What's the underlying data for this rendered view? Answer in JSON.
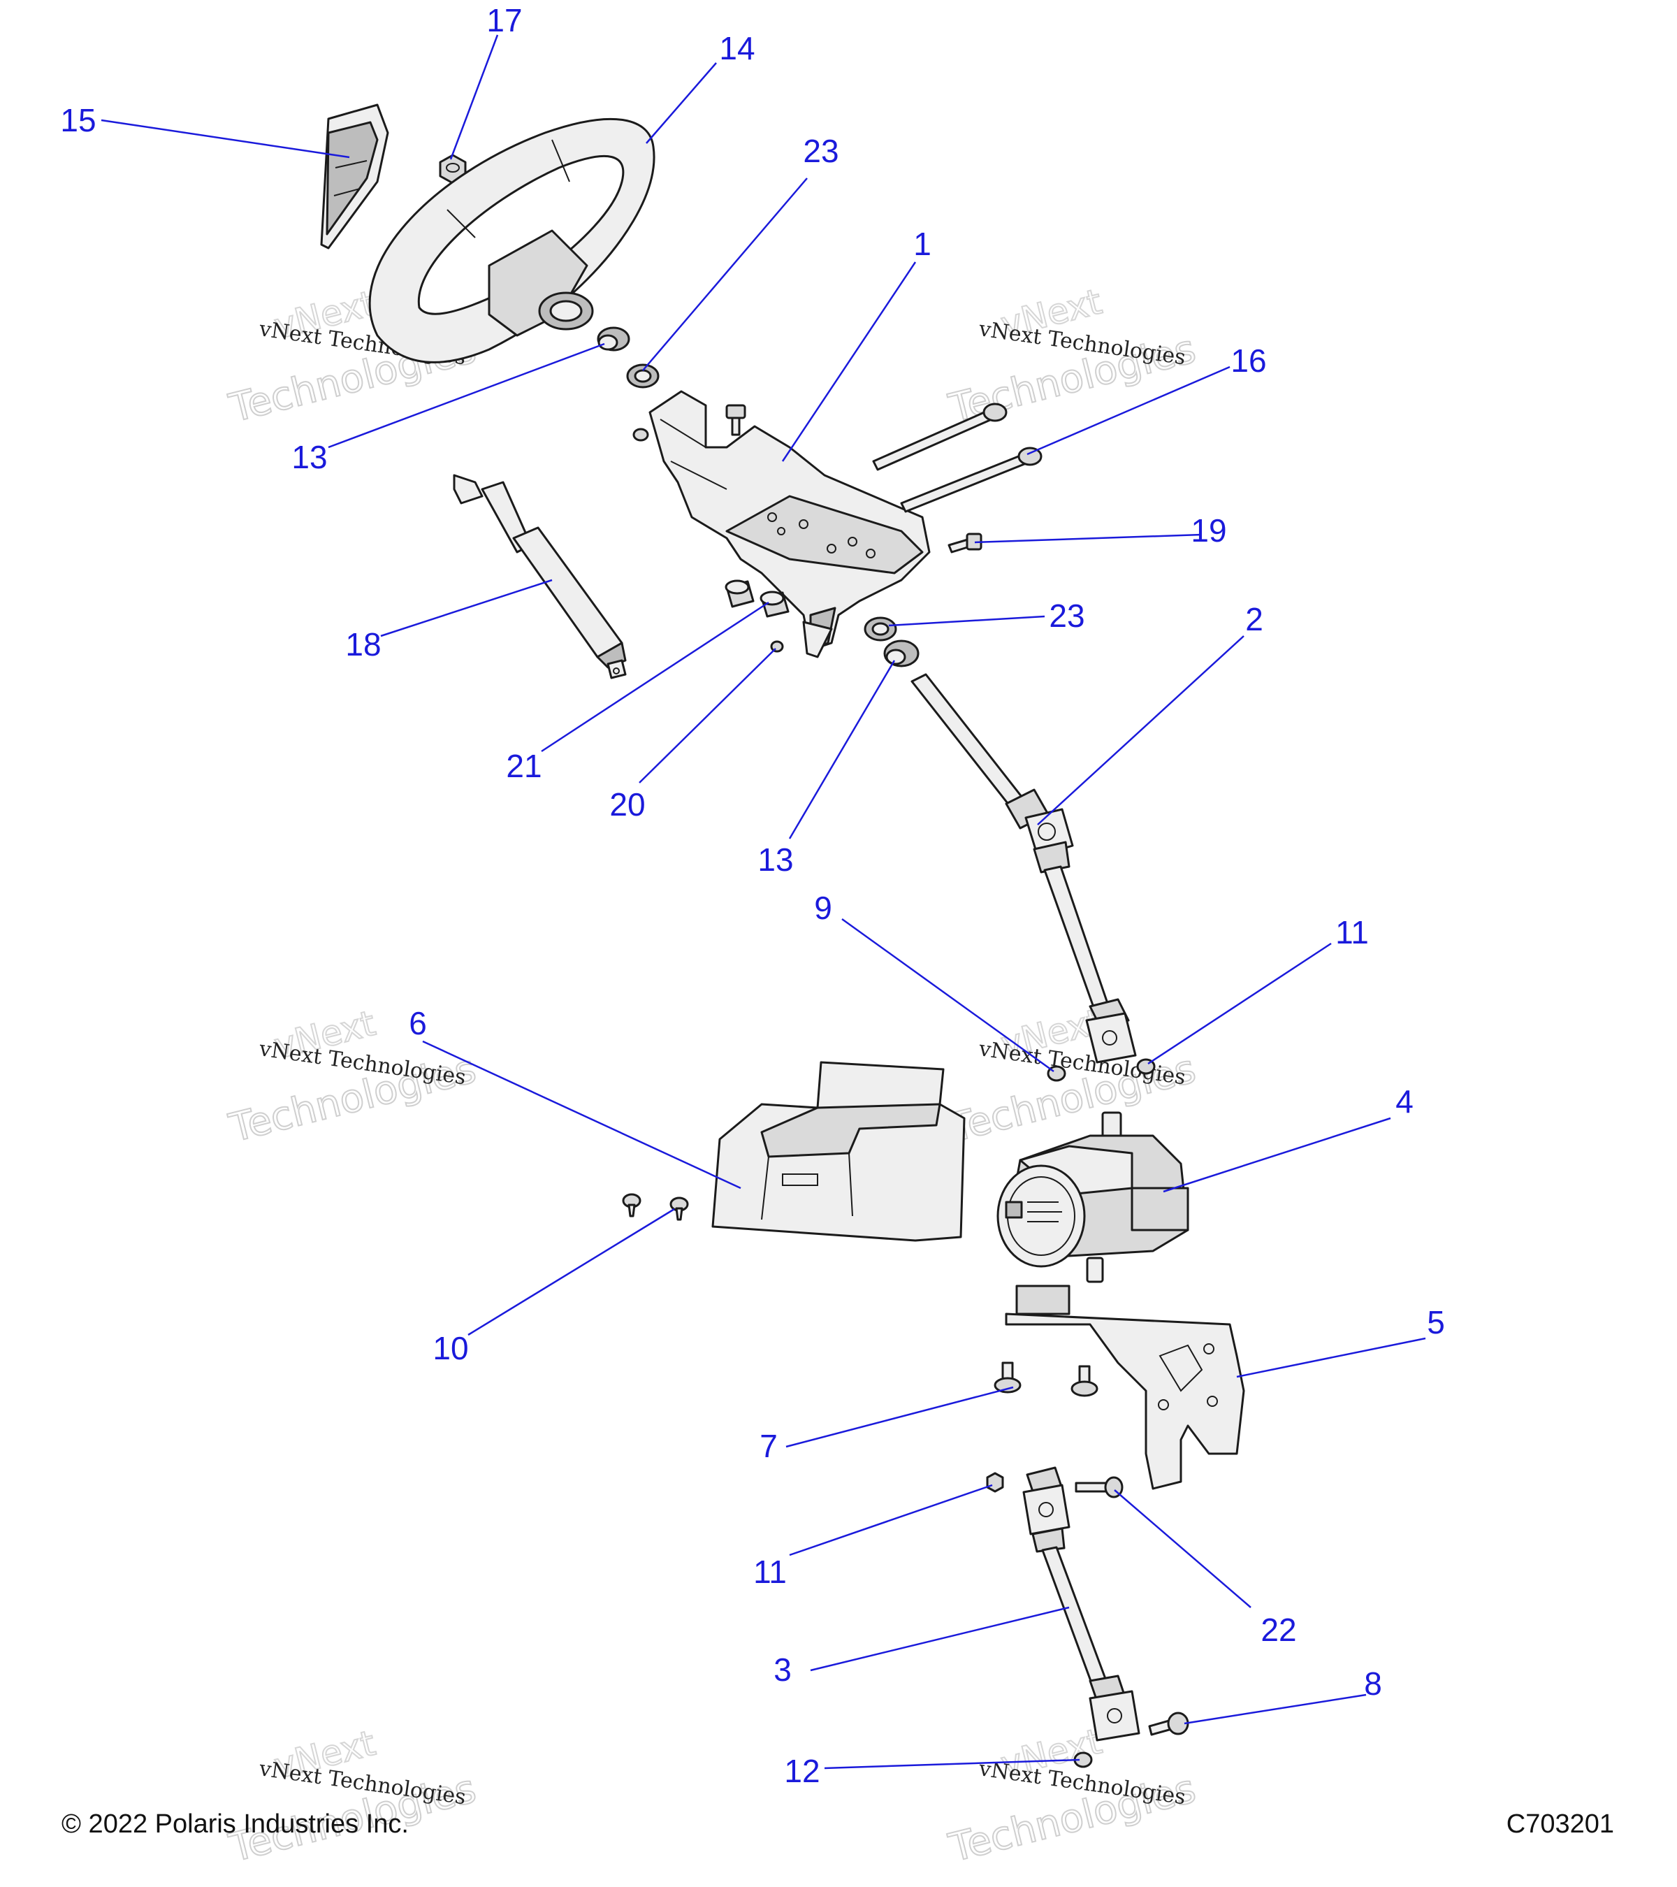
{
  "callouts": [
    {
      "label": "1"
    },
    {
      "label": "2"
    },
    {
      "label": "3"
    },
    {
      "label": "4"
    },
    {
      "label": "5"
    },
    {
      "label": "6"
    },
    {
      "label": "7"
    },
    {
      "label": "8"
    },
    {
      "label": "9"
    },
    {
      "label": "10"
    },
    {
      "label": "11"
    },
    {
      "label": "11"
    },
    {
      "label": "12"
    },
    {
      "label": "13"
    },
    {
      "label": "13"
    },
    {
      "label": "14"
    },
    {
      "label": "15"
    },
    {
      "label": "16"
    },
    {
      "label": "17"
    },
    {
      "label": "18"
    },
    {
      "label": "19"
    },
    {
      "label": "20"
    },
    {
      "label": "21"
    },
    {
      "label": "22"
    },
    {
      "label": "23"
    },
    {
      "label": "23"
    }
  ],
  "watermark": {
    "line1": "vNext Technologies",
    "line2": "vNext",
    "line3": "Technologies"
  },
  "footer": {
    "copyright": "© 2022 Polaris Industries Inc.",
    "code": "C703201"
  },
  "colors": {
    "callout": "#1a1adb",
    "outline": "#1b1b1b",
    "shade": "#bdbdbd"
  }
}
